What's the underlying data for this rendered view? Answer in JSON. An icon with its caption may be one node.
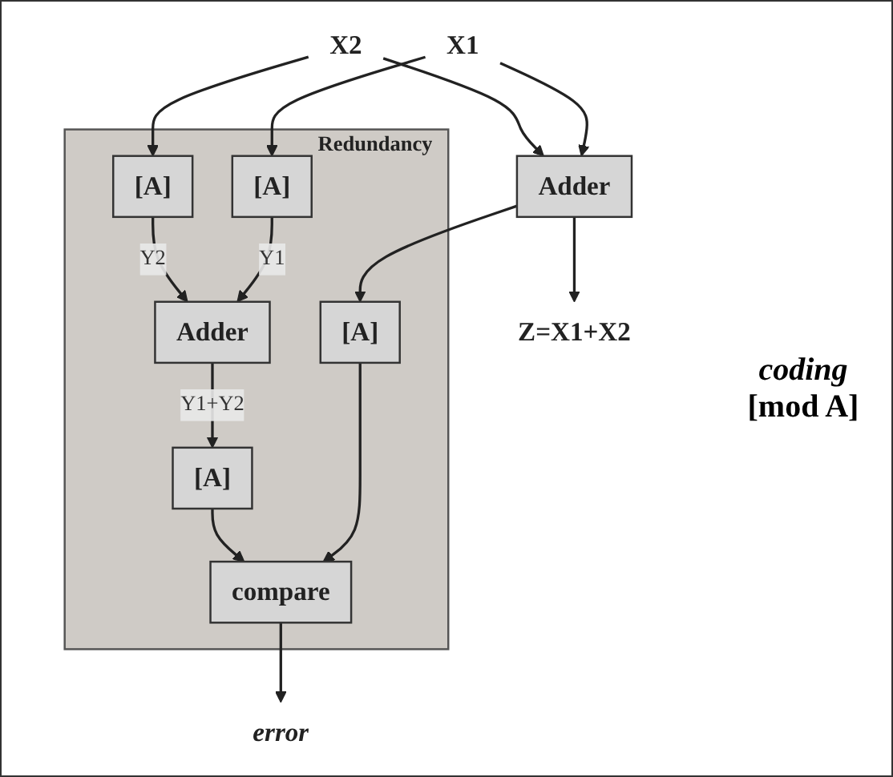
{
  "diagram": {
    "nodes": [
      {
        "text": [
          "X1"
        ]
      },
      {
        "text": [
          "X2"
        ]
      },
      {
        "text": [
          "Redundancy"
        ]
      },
      {
        "text": [
          "[A]"
        ],
        "in": 2
      },
      {
        "text": [
          "[A]"
        ],
        "in": 2
      },
      {
        "text": [
          "Adder"
        ]
      },
      {
        "text": [
          "Adder"
        ],
        "in": 2
      },
      {
        "text": [
          "[A]"
        ],
        "in": 2
      },
      {
        "text": [
          "[A]"
        ],
        "in": 2
      },
      {
        "text": [
          "compare"
        ],
        "in": 2
      },
      {
        "text": [
          "Z=X1+X2"
        ]
      },
      {
        "text": [
          "error"
        ]
      }
    ],
    "edges": [
      {
        "from": 0,
        "to": 5,
        "arrow": "to"
      },
      {
        "from": 1,
        "to": 5,
        "arrow": "to"
      },
      {
        "from": 1,
        "to": 3,
        "arrow": "to"
      },
      {
        "from": 0,
        "to": 4,
        "arrow": "to"
      },
      {
        "from": 4,
        "to": 6,
        "arrow": "to",
        "label": "Y1"
      },
      {
        "from": 3,
        "to": 6,
        "arrow": "to",
        "label": "Y2"
      },
      {
        "from": 5,
        "to": 10,
        "arrow": "to"
      },
      {
        "from": 5,
        "to": 7,
        "arrow": "to"
      },
      {
        "from": 6,
        "to": 8,
        "arrow": "to",
        "label": "Y1+Y2"
      },
      {
        "from": 7,
        "to": 9,
        "arrow": "to"
      },
      {
        "from": 8,
        "to": 9,
        "arrow": "to"
      },
      {
        "from": 9,
        "to": 11,
        "arrow": "to"
      }
    ],
    "labels": [
      "coding",
      "[mod A]"
    ]
  }
}
